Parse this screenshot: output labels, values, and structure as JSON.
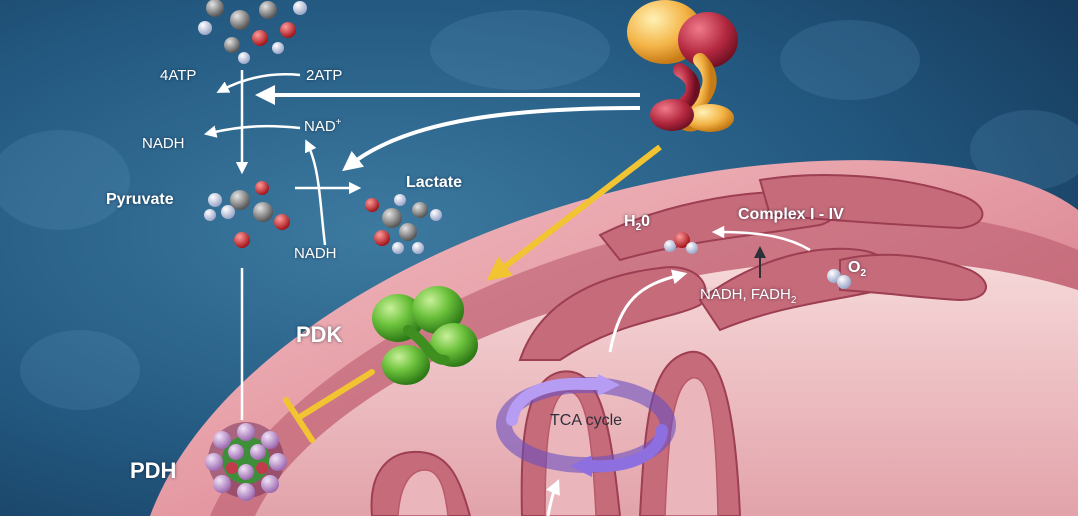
{
  "labels": {
    "atp_out": "4ATP",
    "atp_in": "2ATP",
    "nadh_out": "NADH",
    "nad_plus_base": "NAD",
    "nad_plus_sup": "+",
    "pyruvate": "Pyruvate",
    "lactate": "Lactate",
    "nadh_in": "NADH",
    "water_base": "H",
    "water_sub": "2",
    "water_tail": "0",
    "complex": "Complex I - IV",
    "oxygen_base": "O",
    "oxygen_sub": "2",
    "nadh_fadh_base": "NADH, FADH",
    "nadh_fadh_sub": "2",
    "pdk": "PDK",
    "tca_cycle": "TCA cycle",
    "pdh": "PDH"
  },
  "colors": {
    "background": "#1e4a6e",
    "arrow": "#ffffff",
    "activation_arrow": "#f2c431",
    "inhibition_bar": "#f2c431",
    "mito_outer": "#e7a6ad",
    "mito_inner": "#c86a78",
    "pdk_protein": "#5cb534",
    "pdh_complex": "#b58bc4",
    "tca_ring": "#9b7fdc",
    "carbon": "#8a8a8a",
    "oxygen_atom": "#d83a3a",
    "hydrogen_atom": "#eef2ff"
  },
  "icons": [
    "glucose-molecule-icon",
    "pyruvate-molecule-icon",
    "lactate-molecule-icon",
    "water-molecule-icon",
    "oxygen-molecule-icon",
    "hif-protein-icon",
    "pdk-protein-icon",
    "pdh-complex-icon",
    "tca-cycle-ring-icon",
    "mitochondrion-icon"
  ]
}
